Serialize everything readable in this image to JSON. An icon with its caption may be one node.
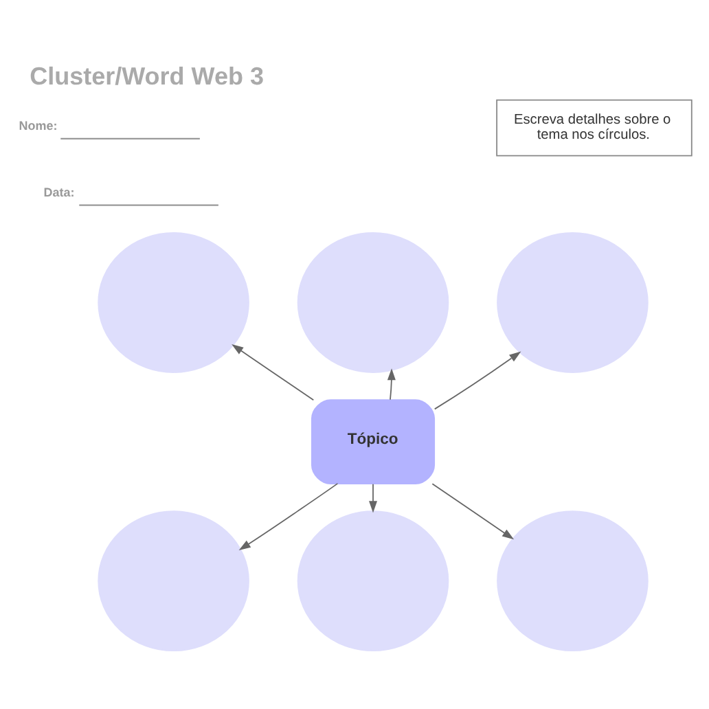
{
  "diagram": {
    "title": "Cluster/Word Web 3",
    "nodes": [
      {
        "text": [
          "Escreva detalhes sobre o tema nos círculos."
        ]
      },
      {
        "text": [],
        "shape": "circle"
      },
      {
        "text": [],
        "shape": "circle"
      },
      {
        "text": [],
        "shape": "circle"
      },
      {
        "text": [
          "Tópico"
        ]
      },
      {
        "text": [],
        "shape": "circle"
      },
      {
        "text": [],
        "shape": "circle"
      },
      {
        "text": [],
        "shape": "circle"
      }
    ],
    "edges": [
      {
        "from": 4,
        "to": 1,
        "arrow": "to"
      },
      {
        "from": 4,
        "to": 2,
        "arrow": "to"
      },
      {
        "from": 4,
        "to": 3,
        "arrow": "to"
      },
      {
        "from": 4,
        "to": 5,
        "arrow": "to"
      },
      {
        "from": 4,
        "to": 6,
        "arrow": "to"
      },
      {
        "from": 4,
        "to": 7,
        "arrow": "to"
      }
    ],
    "labels": [
      "Nome:",
      "Data:"
    ]
  }
}
